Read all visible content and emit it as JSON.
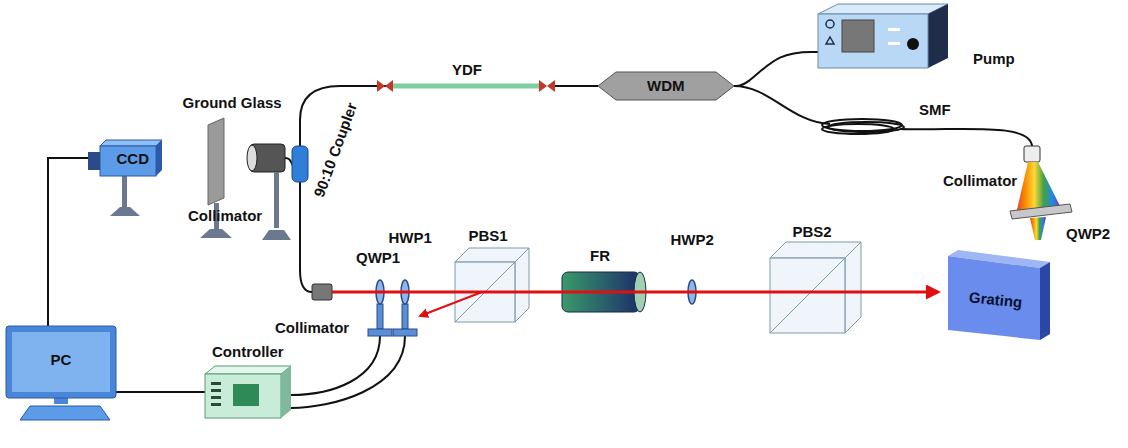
{
  "diagram": {
    "nodes": [
      {
        "text": [
          "Pump"
        ]
      },
      {
        "text": [
          "WDM"
        ]
      },
      {
        "text": [
          "CCD"
        ]
      },
      {
        "text": [
          "PC"
        ]
      },
      {
        "text": [
          "Controller"
        ]
      }
    ],
    "edges": [
      {
        "from": 0,
        "to": 1,
        "arrow": "none"
      },
      {
        "from": 2,
        "to": 3,
        "arrow": "none"
      },
      {
        "from": 3,
        "to": 4,
        "arrow": "none"
      }
    ],
    "labels": [
      "YDF",
      "90:10 Coupler",
      "Ground Glass",
      "Collimator",
      "Collimator",
      "QWP1",
      "HWP1",
      "PBS1",
      "FR",
      "HWP2",
      "PBS2",
      "SMF",
      "Collimator",
      "QWP2",
      "Grating"
    ]
  }
}
